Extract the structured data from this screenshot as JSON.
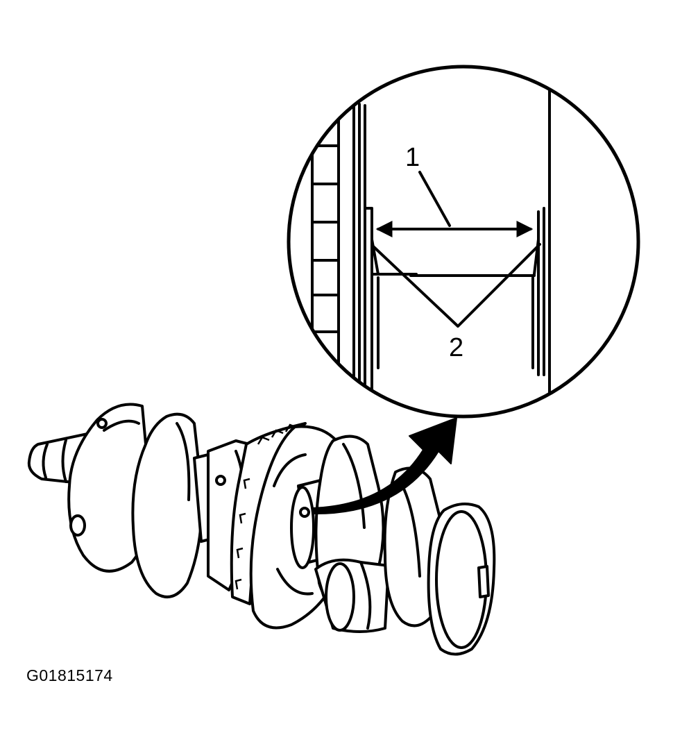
{
  "callouts": {
    "label_1": "1",
    "label_2": "2"
  },
  "figure": {
    "id": "G01815174"
  },
  "colors": {
    "ink": "#000000",
    "paper": "#ffffff"
  }
}
